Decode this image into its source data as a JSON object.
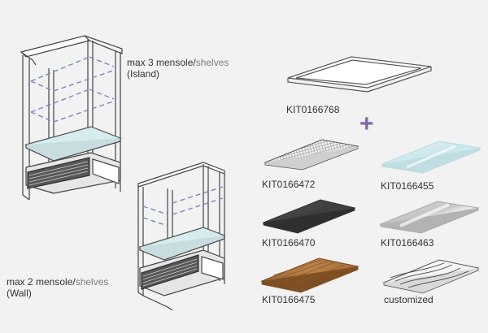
{
  "captions": {
    "island": {
      "line1_a": "max 3 mensole/",
      "line1_b": "shelves",
      "line2": "(Island)"
    },
    "wall": {
      "line1_a": "max 2 mensole/",
      "line1_b": "shelves",
      "line2": "(Wall)"
    }
  },
  "kits": {
    "frame": "KIT0166768",
    "mesh": "KIT0166472",
    "clear_glass": "KIT0166455",
    "dark_glass": "KIT0166470",
    "frosted_glass": "KIT0166463",
    "wood": "KIT0166475",
    "custom": "customized"
  },
  "plus_symbol": "+",
  "colors": {
    "background": "#f2f2f2",
    "line": "#444444",
    "text": "#333333",
    "text_soft": "#7d7d7d",
    "dash_purple": "#8a7fc4",
    "dash_blue": "#6f8fb8",
    "plus": "#7b6aa6",
    "glass": "#d6ecef",
    "dark_glass": "#4a4a4c",
    "wood": "#a8703b"
  }
}
